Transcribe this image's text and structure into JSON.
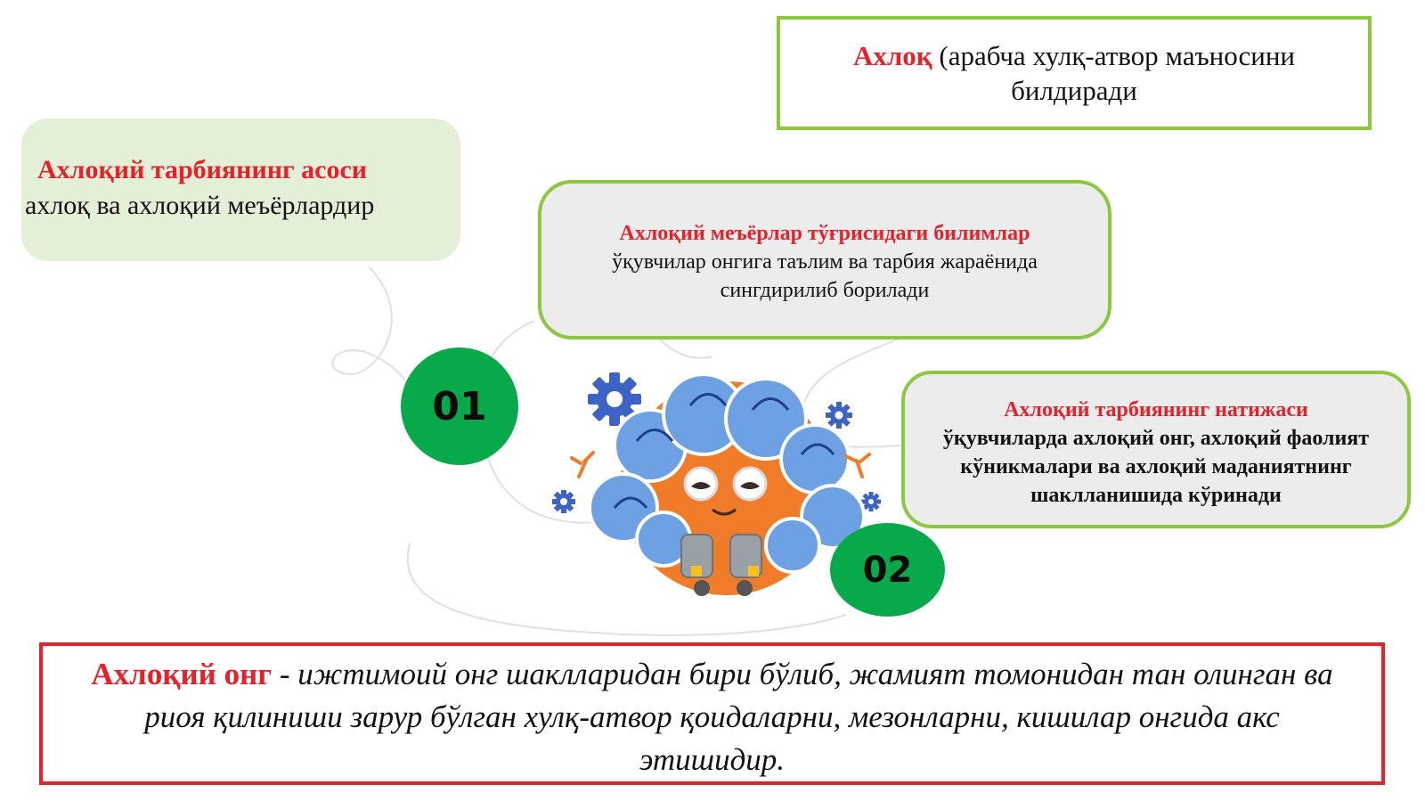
{
  "definition": {
    "term": "Ахлоқ",
    "text": " (арабча хулқ-атвор маъносини билдиради"
  },
  "basis": {
    "title": "Ахлоқий тарбиянинг асоси",
    "text": "ахлоқ ва ахлоқий меъёрлардир"
  },
  "norms": {
    "title": "Ахлоқий меъёрлар тўғрисидаги билимлар",
    "text": "ўқувчилар онгига таълим ва тарбия жараёнида сингдирилиб борилади"
  },
  "result": {
    "title": "Ахлоқий тарбиянинг натижаси",
    "text": "ўқувчиларда ахлоқий онг, ахлоқий фаолият кўникмалари ва ахлоқий маданиятнинг шаклланишида кўринади"
  },
  "conscience": {
    "term": "Ахлоқий онг",
    "text": " - ижтимоий онг шаклларидан бири бўлиб, жамият томонидан тан олинган ва риоя қилиниши зарур бўлган хулқ-атвор қоидаларни, мезонларни, кишилар онгида акс этишидир."
  },
  "markers": {
    "first": "01",
    "second": "02"
  },
  "icons": [
    "gear-icon",
    "brain-mascot-icon"
  ],
  "colors": {
    "accent_green": "#8dc63f",
    "circle_green": "#08a94a",
    "highlight_red": "#e8202a",
    "brain_blue": "#5b8fd8",
    "brain_orange": "#f07c2a"
  }
}
